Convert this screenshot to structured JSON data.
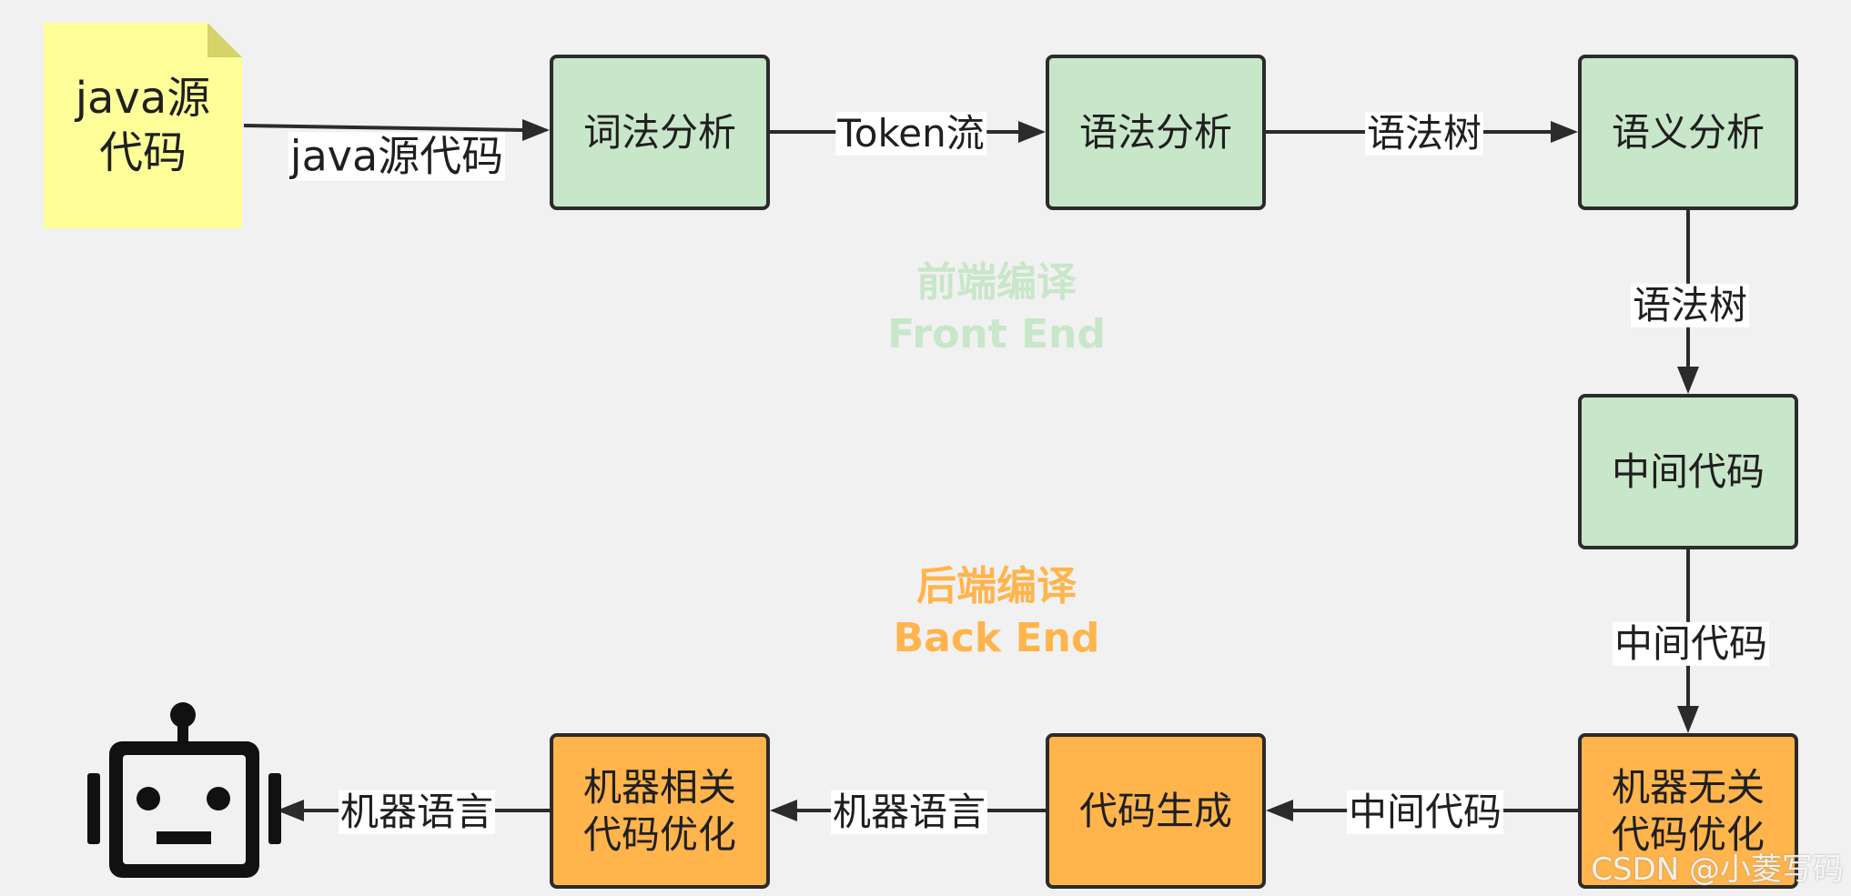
{
  "nodes": {
    "source": "java源\n代码",
    "lexical": "词法分析",
    "syntax": "语法分析",
    "semantic": "语义分析",
    "intermediate": "中间代码",
    "independent_opt": "机器无关\n代码优化",
    "codegen": "代码生成",
    "dependent_opt": "机器相关\n代码优化"
  },
  "edges": {
    "source_to_lexical": "java源代码",
    "lexical_to_syntax": "Token流",
    "syntax_to_semantic": "语法树",
    "semantic_to_intermediate": "语法树",
    "intermediate_to_independent": "中间代码",
    "independent_to_codegen": "中间代码",
    "codegen_to_dependent": "机器语言",
    "dependent_to_robot": "机器语言"
  },
  "regions": {
    "front_cn": "前端编译",
    "front_en": "Front End",
    "back_cn": "后端编译",
    "back_en": "Back End"
  },
  "watermark": "CSDN @小菱写码",
  "colors": {
    "front": "#c8e6c9",
    "back": "#ffb44c",
    "note": "#ffff99",
    "stroke": "#2b2b2b"
  },
  "icons": {
    "robot": "robot-icon"
  }
}
